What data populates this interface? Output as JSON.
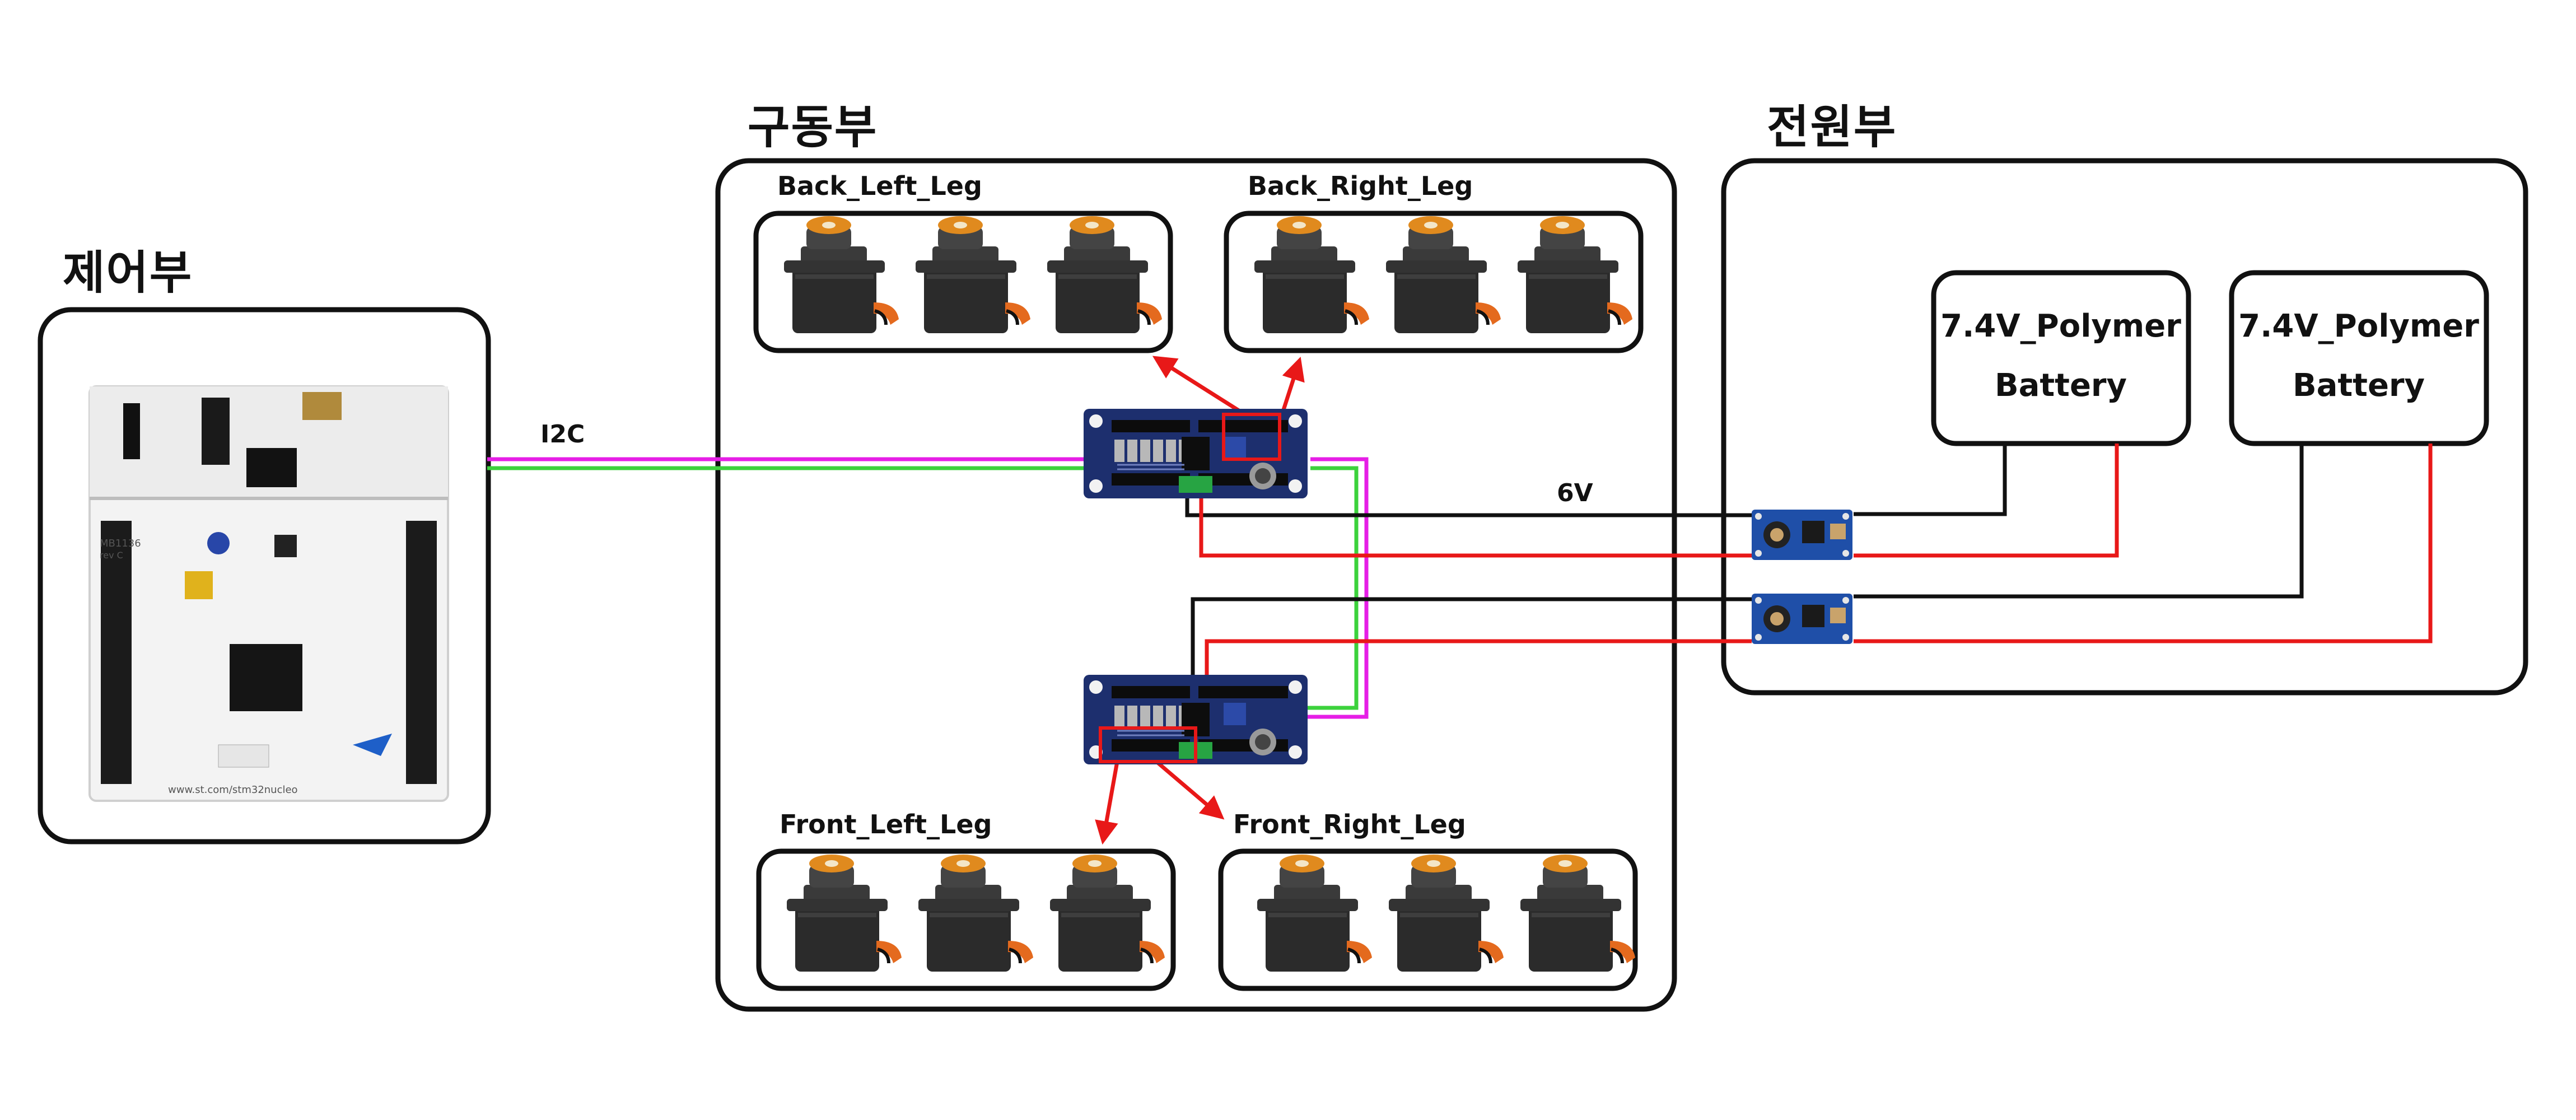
{
  "sections": {
    "control": "제어부",
    "drive": "구동부",
    "power": "전원부"
  },
  "legs": {
    "back_left": "Back_Left_Leg",
    "back_right": "Back_Right_Leg",
    "front_left": "Front_Left_Leg",
    "front_right": "Front_Right_Leg"
  },
  "wires": {
    "i2c": "I2C",
    "six_volt": "6V"
  },
  "batteries": [
    {
      "line1": "7.4V_Polymer",
      "line2": "Battery"
    },
    {
      "line1": "7.4V_Polymer",
      "line2": "Battery"
    }
  ],
  "board": {
    "model": "MB1136",
    "rev": "rev C",
    "url": "www.st.com/stm32nucleo"
  },
  "colors": {
    "i2c_magenta": "#e61ee6",
    "i2c_green": "#3cd23c",
    "power_red": "#e81818",
    "ground_black": "#111111",
    "pcb_blue": "#1d2f6e",
    "servo_body": "#2b2b2b",
    "servo_horn": "#e46a1e"
  }
}
